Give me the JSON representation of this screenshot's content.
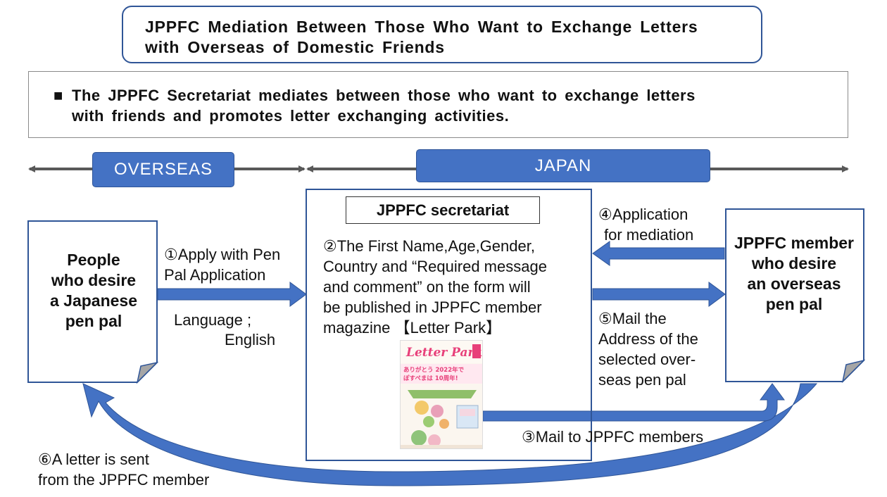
{
  "header": {
    "title_line1": "JPPFC Mediation Between Those Who Want to Exchange Letters",
    "title_line2": "with Overseas of Domestic Friends"
  },
  "summary": {
    "bullet": "■",
    "line1": "The JPPFC Secretariat mediates between those who want to exchange letters",
    "line2": "with friends and promotes letter exchanging activities."
  },
  "regions": {
    "overseas": "OVERSEAS",
    "japan": "JAPAN"
  },
  "nodes": {
    "people": [
      "People",
      "who desire",
      "a Japanese",
      "pen pal"
    ],
    "secretariat": "JPPFC secretariat",
    "secretariat_desc": [
      "②The First Name,Age,Gender,",
      "Country and “Required message",
      "and comment” on the form will",
      "be published in JPPFC member",
      "magazine 【Letter Park】"
    ],
    "member": [
      "JPPFC member",
      "who desire",
      "an overseas",
      "pen pal"
    ]
  },
  "steps": {
    "step1": [
      "①Apply with Pen",
      "Pal Application"
    ],
    "language_label": "Language ;",
    "language_value": "English",
    "step3": "③Mail to JPPFC members",
    "step4": [
      "④Application",
      "for mediation"
    ],
    "step5": [
      "⑤Mail the",
      "Address of the",
      "selected over-",
      "seas pen pal"
    ],
    "step6": [
      "⑥A letter is sent",
      "from the JPPFC member"
    ]
  },
  "magazine": {
    "title": "Letter Park",
    "headline1": "ありがとう 2022年で",
    "headline2": "ぽすぺまは 10周年!"
  },
  "colors": {
    "accent": "#4472c4",
    "border": "#2f5597",
    "line": "#595959",
    "magazine_pink": "#e8407a"
  }
}
